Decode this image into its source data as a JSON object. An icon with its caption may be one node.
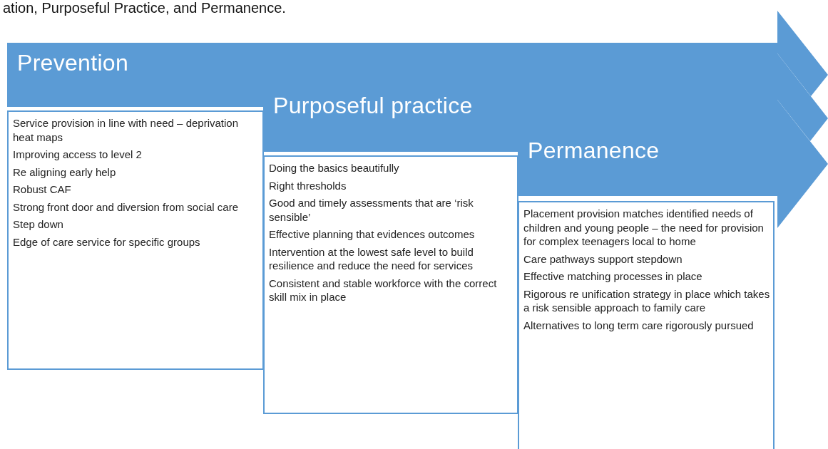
{
  "diagram": {
    "nodes": [
      {
        "text": [
          "Prevention"
        ]
      },
      {
        "text": [
          "Service provision in line with need – deprivation heat maps",
          "Improving access to level 2",
          "Re aligning early help",
          "Robust CAF",
          "Strong front door and diversion from social care",
          "Step down",
          "Edge of care service for specific groups"
        ]
      },
      {
        "text": [
          "Purposeful practice"
        ]
      },
      {
        "text": [
          "Doing the basics beautifully",
          "Right thresholds",
          "Good and timely assessments that are ‘risk sensible’",
          "Effective planning  that evidences outcomes",
          "Intervention at the lowest safe level to build resilience and reduce the need for services",
          "Consistent and stable workforce with the correct skill mix in place"
        ]
      },
      {
        "text": [
          "Permanence"
        ]
      },
      {
        "text": [
          "Placement provision matches identified needs of children and young people – the need for provision for complex teenagers local to home",
          "Care pathways support stepdown",
          "Effective matching processes in place",
          "Rigorous re unification strategy in place which takes a risk sensible approach to family care",
          "Alternatives to long term care rigorously pursued"
        ]
      }
    ],
    "labels": [
      "ation, Purposeful Practice, and Permanence."
    ]
  }
}
